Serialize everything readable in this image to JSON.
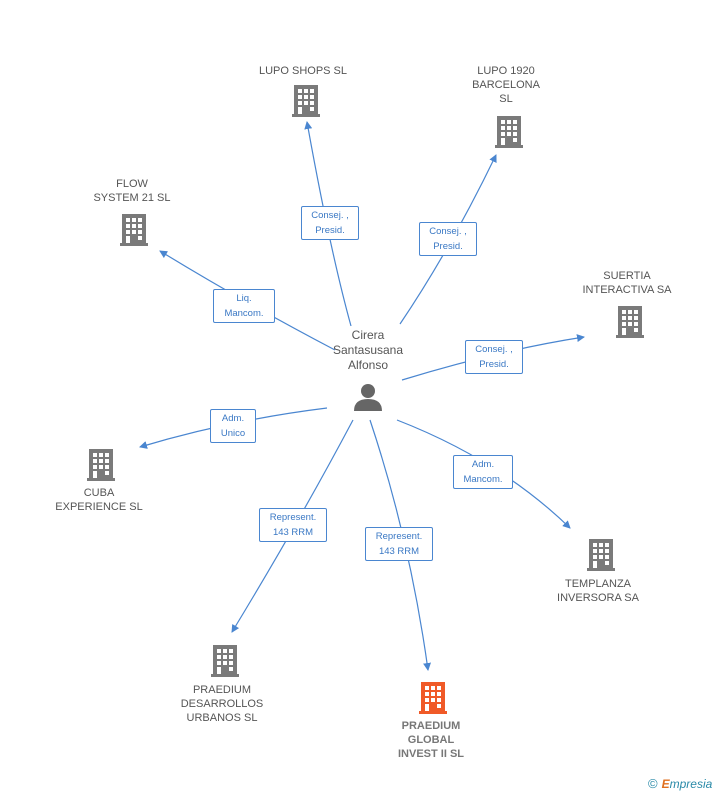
{
  "center": {
    "name": "Cirera\nSantasusana\nAlfonso",
    "icon": "person-icon"
  },
  "companies": [
    {
      "id": "lupo-shops",
      "label": "LUPO SHOPS SL",
      "icon": "building-icon"
    },
    {
      "id": "lupo-1920",
      "label": "LUPO 1920\nBARCELONA\nSL",
      "icon": "building-icon"
    },
    {
      "id": "flow-system",
      "label": "FLOW\nSYSTEM 21 SL",
      "icon": "building-icon"
    },
    {
      "id": "suertia",
      "label": "SUERTIA\nINTERACTIVA SA",
      "icon": "building-icon"
    },
    {
      "id": "cuba",
      "label": "CUBA\nEXPERIENCE SL",
      "icon": "building-icon"
    },
    {
      "id": "templanza",
      "label": "TEMPLANZA\nINVERSORA SA",
      "icon": "building-icon"
    },
    {
      "id": "praedium-desarrollos",
      "label": "PRAEDIUM\nDESARROLLOS\nURBANOS SL",
      "icon": "building-icon"
    },
    {
      "id": "praedium-global",
      "label": "PRAEDIUM\nGLOBAL\nINVEST II SL",
      "icon": "building-icon",
      "highlight": true
    }
  ],
  "relations": [
    {
      "to": "lupo-shops",
      "label": "Consej. ,\nPresid."
    },
    {
      "to": "lupo-1920",
      "label": "Consej. ,\nPresid."
    },
    {
      "to": "flow-system",
      "label": "Liq.\nMancom."
    },
    {
      "to": "suertia",
      "label": "Consej. ,\nPresid."
    },
    {
      "to": "cuba",
      "label": "Adm.\nUnico"
    },
    {
      "to": "templanza",
      "label": "Adm.\nMancom."
    },
    {
      "to": "praedium-desarrollos",
      "label": "Represent.\n143 RRM"
    },
    {
      "to": "praedium-global",
      "label": "Represent.\n143 RRM"
    }
  ],
  "colors": {
    "edge": "#4a86d0",
    "building": "#7a7a7a",
    "building_highlight": "#f05a28",
    "person": "#666666"
  },
  "credit": {
    "symbol": "©",
    "brand_initial": "E",
    "brand_rest": "mpresia"
  }
}
